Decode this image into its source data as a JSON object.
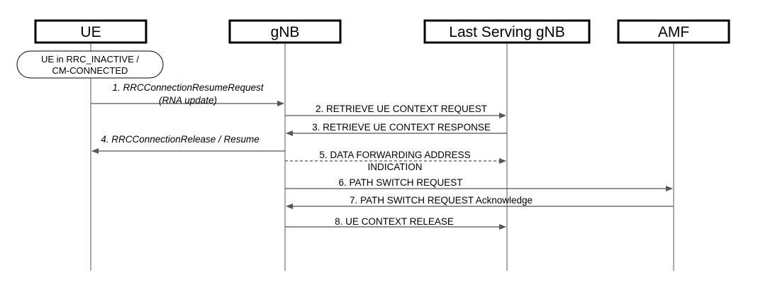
{
  "entities": [
    {
      "id": "ue",
      "label": "UE"
    },
    {
      "id": "gnb",
      "label": "gNB"
    },
    {
      "id": "last-gnb",
      "label": "Last Serving gNB"
    },
    {
      "id": "amf",
      "label": "AMF"
    }
  ],
  "state": {
    "line1": "UE in RRC_INACTIVE /",
    "line2": "CM-CONNECTED"
  },
  "messages": [
    {
      "id": "m1",
      "from": "ue",
      "to": "gnb",
      "italic": true,
      "dashed": false,
      "lines": [
        "1. RRCConnectionResumeRequest",
        "(RNA update)"
      ]
    },
    {
      "id": "m2",
      "from": "gnb",
      "to": "last-gnb",
      "italic": false,
      "dashed": false,
      "lines": [
        "2. RETRIEVE UE CONTEXT REQUEST"
      ]
    },
    {
      "id": "m3",
      "from": "last-gnb",
      "to": "gnb",
      "italic": false,
      "dashed": false,
      "lines": [
        "3. RETRIEVE UE CONTEXT RESPONSE"
      ]
    },
    {
      "id": "m4",
      "from": "gnb",
      "to": "ue",
      "italic": true,
      "dashed": false,
      "lines": [
        "4. RRCConnectionRelease / Resume"
      ]
    },
    {
      "id": "m5",
      "from": "gnb",
      "to": "last-gnb",
      "italic": false,
      "dashed": true,
      "lines": [
        "5. DATA FORWARDING ADDRESS",
        "INDICATION"
      ]
    },
    {
      "id": "m6",
      "from": "gnb",
      "to": "amf",
      "italic": false,
      "dashed": false,
      "lines": [
        "6. PATH SWITCH REQUEST"
      ]
    },
    {
      "id": "m7",
      "from": "amf",
      "to": "gnb",
      "italic": false,
      "dashed": false,
      "lines": [
        "7. PATH SWITCH REQUEST Acknowledge"
      ]
    },
    {
      "id": "m8",
      "from": "gnb",
      "to": "last-gnb",
      "italic": false,
      "dashed": false,
      "lines": [
        "8. UE CONTEXT RELEASE"
      ]
    }
  ]
}
